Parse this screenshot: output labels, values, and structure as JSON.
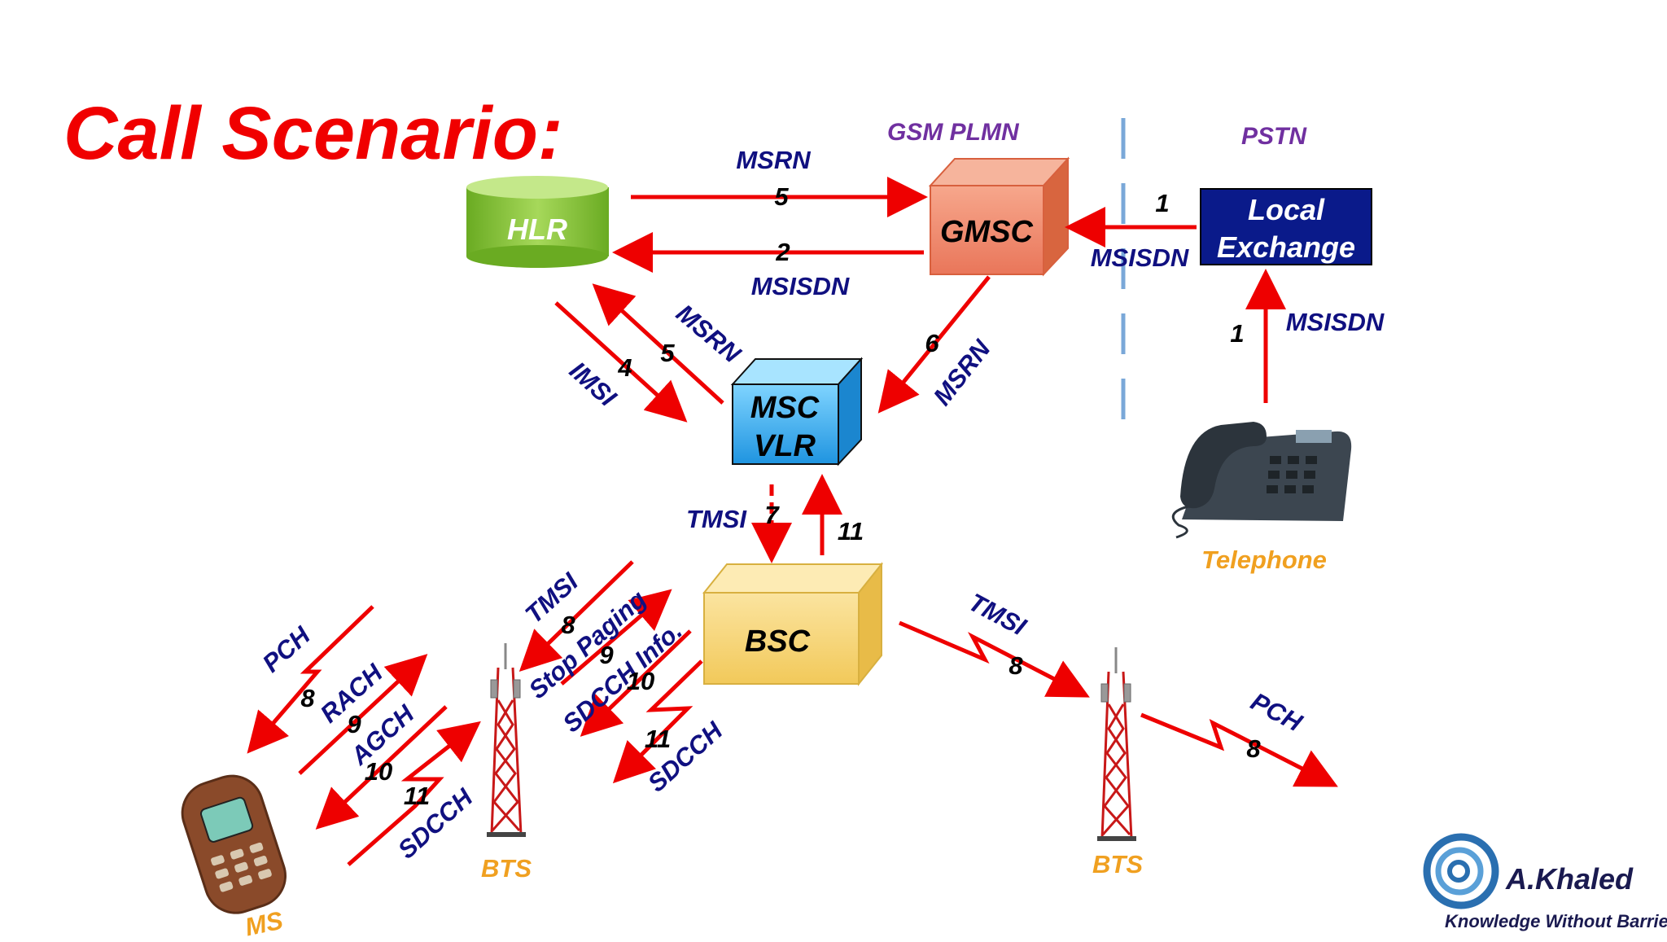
{
  "slide": {
    "title": "Call Scenario:",
    "zone_gsm": "GSM PLMN",
    "zone_pstn": "PSTN"
  },
  "nodes": {
    "hlr": "HLR",
    "gmsc": "GMSC",
    "msc_line1": "MSC",
    "msc_line2": "VLR",
    "bsc": "BSC",
    "local_line1": "Local",
    "local_line2": "Exchange",
    "telephone": "Telephone",
    "ms": "MS",
    "bts_left": "BTS",
    "bts_right": "BTS"
  },
  "labels": {
    "msrn_5_top": "MSRN",
    "num_5_top": "5",
    "num_2": "2",
    "msisdn_2": "MSISDN",
    "num_1_top": "1",
    "msisdn_1_top": "MSISDN",
    "num_1_right": "1",
    "msisdn_1_right": "MSISDN",
    "msrn_5_left": "MSRN",
    "num_5_left": "5",
    "num_4": "4",
    "imsi_4": "IMSI",
    "num_6": "6",
    "msrn_6": "MSRN",
    "tmsi_7": "TMSI",
    "num_7": "7",
    "num_11_up": "11",
    "tmsi_8_left": "TMSI",
    "num_8_left": "8",
    "stop_paging": "Stop Paging",
    "num_9_left": "9",
    "sdcch_info": "SDCCH Info.",
    "num_10_left": "10",
    "num_11_left": "11",
    "sdcch_11": "SDCCH",
    "pch_ms": "PCH",
    "num_8_ms": "8",
    "rach": "RACH",
    "num_9_ms": "9",
    "agch": "AGCH",
    "num_10_ms": "10",
    "num_11_ms": "11",
    "sdcch_ms": "SDCCH",
    "tmsi_8_right": "TMSI",
    "num_8_right": "8",
    "pch_right": "PCH",
    "num_8_far": "8"
  },
  "logo": {
    "name": "A.Khaled",
    "tagline": "Knowledge Without Barriers"
  },
  "icons": {
    "hlr": "database-cylinder-icon",
    "gmsc": "switch-box-icon",
    "msc": "switch-box-icon",
    "bsc": "controller-box-icon",
    "telephone": "desk-telephone-icon",
    "ms": "mobile-phone-icon",
    "bts": "cell-tower-icon",
    "logo": "spiral-logo-icon"
  },
  "colors": {
    "title": "#f00000",
    "arrow": "#ee0000",
    "label_blue": "#101080",
    "zone_purple": "#7030a0",
    "node_orange": "#f0a020",
    "hlr_green": "#7fbf30",
    "gmsc_salmon": "#f08a6a",
    "msc_cyan": "#2aa8ec",
    "bsc_yellow": "#f6d878",
    "exchange_navy": "#0a1a8a",
    "divider_blue": "#7aa8d8"
  }
}
